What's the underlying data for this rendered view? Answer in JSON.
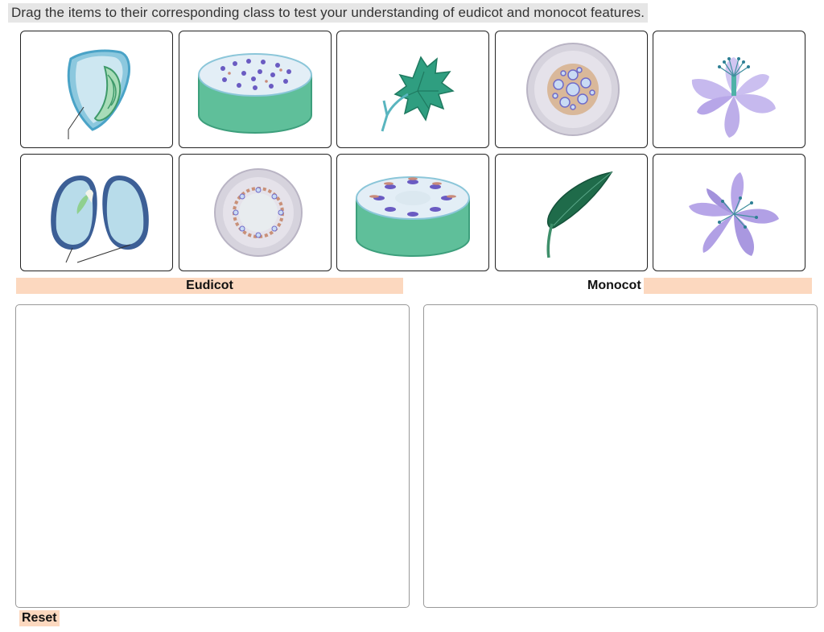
{
  "instructions": "Drag the items to their corresponding class to test your understanding of eudicot and monocot features.",
  "items": [
    {
      "icon": "monocot-seed-icon"
    },
    {
      "icon": "monocot-stem-section-icon"
    },
    {
      "icon": "eudicot-leaf-icon"
    },
    {
      "icon": "monocot-root-section-icon"
    },
    {
      "icon": "eudicot-flower-icon"
    },
    {
      "icon": "eudicot-seed-icon"
    },
    {
      "icon": "eudicot-root-section-icon"
    },
    {
      "icon": "eudicot-stem-section-icon"
    },
    {
      "icon": "monocot-leaf-icon"
    },
    {
      "icon": "monocot-flower-icon"
    }
  ],
  "classes": {
    "eudicot": "Eudicot",
    "monocot": "Monocot"
  },
  "reset_label": "Reset",
  "colors": {
    "label_highlight": "#fcd8bf",
    "instructions_bg": "#e6e6e6",
    "stem_green": "#5fbf9a",
    "tissue_blue": "#cfe3f0",
    "petal_purple": "#b7a6e8",
    "leaf_green": "#2f9e80"
  }
}
